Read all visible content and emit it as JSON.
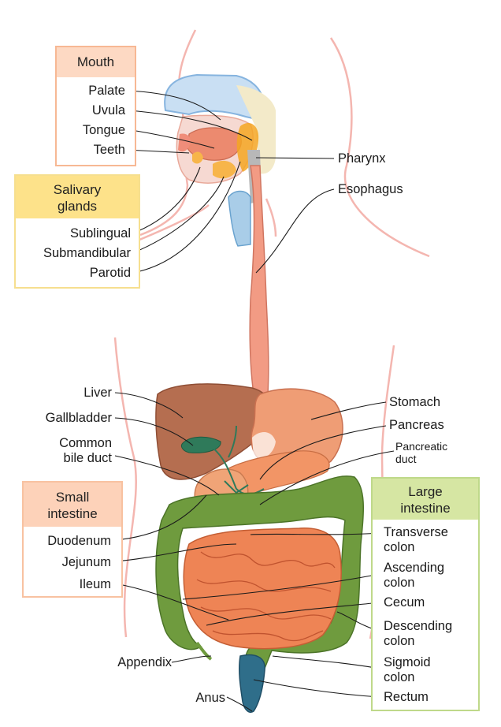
{
  "groups": {
    "mouth": {
      "title": "Mouth",
      "items": [
        "Palate",
        "Uvula",
        "Tongue",
        "Teeth"
      ]
    },
    "salivary": {
      "title_line1": "Salivary",
      "title_line2": "glands",
      "items": [
        "Sublingual",
        "Submandibular",
        "Parotid"
      ]
    },
    "small_intestine": {
      "title_line1": "Small",
      "title_line2": "intestine",
      "items": [
        "Duodenum",
        "Jejunum",
        "Ileum"
      ]
    },
    "large_intestine": {
      "title_line1": "Large",
      "title_line2": "intestine",
      "items": [
        {
          "l1": "Transverse",
          "l2": "colon"
        },
        {
          "l1": "Ascending",
          "l2": "colon"
        },
        {
          "l1": "Cecum",
          "l2": ""
        },
        {
          "l1": "Descending",
          "l2": "colon"
        },
        {
          "l1": "Sigmoid",
          "l2": "colon"
        },
        {
          "l1": "Rectum",
          "l2": ""
        }
      ]
    }
  },
  "labels": {
    "pharynx": "Pharynx",
    "esophagus": "Esophagus",
    "liver": "Liver",
    "gallbladder": "Gallbladder",
    "common_bile_duct_1": "Common",
    "common_bile_duct_2": "bile duct",
    "stomach": "Stomach",
    "pancreas": "Pancreas",
    "pancreatic_duct_1": "Pancreatic",
    "pancreatic_duct_2": "duct",
    "appendix": "Appendix",
    "anus": "Anus"
  },
  "colors": {
    "mouth_header": "#fdd9c3",
    "mouth_border": "#f7b894",
    "salivary_header": "#fde28a",
    "salivary_border": "#f6df8f",
    "small_header": "#fdd2b9",
    "small_border": "#f8c2a1",
    "large_header": "#d6e6a3",
    "large_border": "#bfd98a",
    "body_outline": "#f4b6b0",
    "esophagus": "#f29b84",
    "liver": "#b56e50",
    "stomach": "#ef9d75",
    "colon": "#6f9b3e",
    "small_intestine": "#ee8455",
    "gallbladder": "#2f7a5a",
    "rectum": "#2f6e8a"
  }
}
